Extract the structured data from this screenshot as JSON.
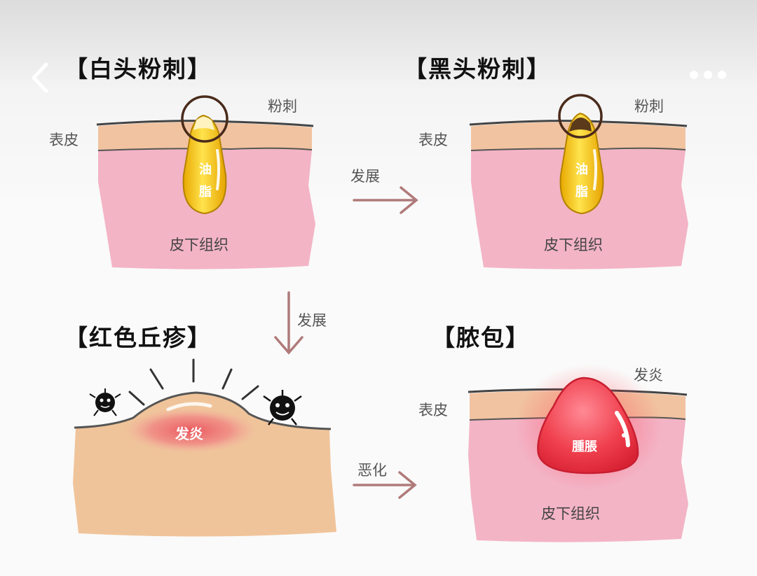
{
  "nav": {
    "back_icon": "chevron-left-icon",
    "more_icon": "more-horizontal-icon"
  },
  "panels": {
    "whitehead": {
      "title": "【白头粉刺】",
      "comedo": "粉刺",
      "epidermis": "表皮",
      "sebum_1": "油",
      "sebum_2": "脂",
      "subcutaneous": "皮下组织"
    },
    "blackhead": {
      "title": "【黑头粉刺】",
      "comedo": "粉刺",
      "epidermis": "表皮",
      "sebum_1": "油",
      "sebum_2": "脂",
      "subcutaneous": "皮下组织"
    },
    "papule": {
      "title": "【红色丘疹】",
      "inflammation": "发炎"
    },
    "pustule": {
      "title": "【脓包】",
      "inflammation": "发炎",
      "epidermis": "表皮",
      "swelling": "腫脹",
      "subcutaneous": "皮下组织"
    }
  },
  "arrows": {
    "right_top": "发展",
    "down": "发展",
    "right_bottom": "恶化"
  },
  "colors": {
    "epidermis": "#f1c3a0",
    "dermis": "#f3b4c6",
    "sebum": "#f2c51a",
    "inflammation": "#e83a4a",
    "skin_tan": "#f0c49a",
    "arrow": "#b07a7a"
  }
}
